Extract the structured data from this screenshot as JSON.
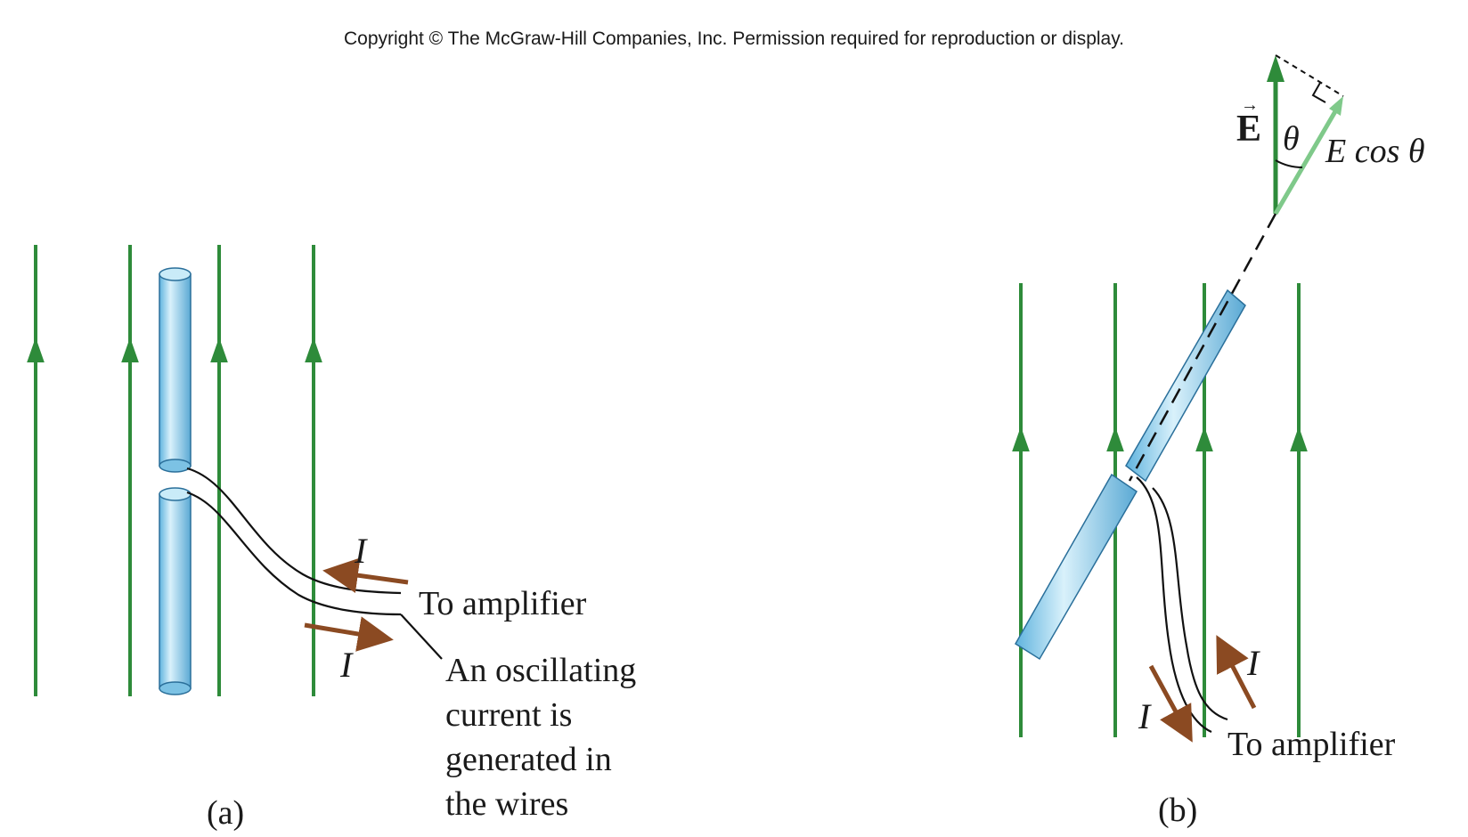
{
  "copyright": "Copyright © The McGraw-Hill Companies, Inc. Permission required for reproduction or display.",
  "panel_a": {
    "label": "(a)",
    "current_top": "I",
    "current_bottom": "I",
    "to_amplifier": "To amplifier",
    "note_lines": [
      "An oscillating",
      "current is",
      "generated in",
      "the wires"
    ]
  },
  "panel_b": {
    "label": "(b)",
    "field_symbol": "E",
    "angle_symbol": "θ",
    "component_label": "E cos θ",
    "current_up": "I",
    "current_down": "I",
    "to_amplifier": "To amplifier"
  },
  "colors": {
    "field_line": "#2e8b3a",
    "field_component": "#7fc98a",
    "rod_fill": "#9fd4ee",
    "rod_edge": "#2a6f9a",
    "current_arrow": "#8b4a22",
    "text": "#1a1a1a"
  }
}
